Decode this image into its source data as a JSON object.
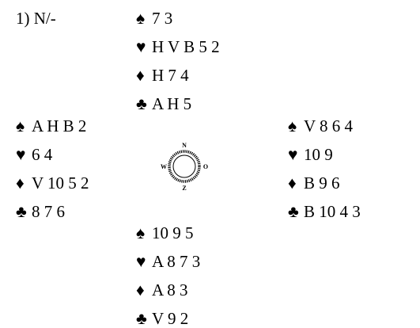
{
  "deal": {
    "title": "1) N/-",
    "north": {
      "spades": "7 3",
      "hearts": "H V B 5 2",
      "diamonds": "H 7 4",
      "clubs": "A H 5"
    },
    "west": {
      "spades": "A H B 2",
      "hearts": "6 4",
      "diamonds": "V 10 5 2",
      "clubs": "8 7 6"
    },
    "east": {
      "spades": "V 8 6 4",
      "hearts": "10 9",
      "diamonds": "B 9 6",
      "clubs": "B 10 4 3"
    },
    "south": {
      "spades": "10 9 5",
      "hearts": "A 8 7 3",
      "diamonds": "A 8 3",
      "clubs": "V 9 2"
    }
  },
  "suits": {
    "spades": "♠",
    "hearts": "♥",
    "diamonds": "♦",
    "clubs": "♣"
  },
  "compass": {
    "n": "N",
    "w": "W",
    "o": "O",
    "z": "Z"
  }
}
